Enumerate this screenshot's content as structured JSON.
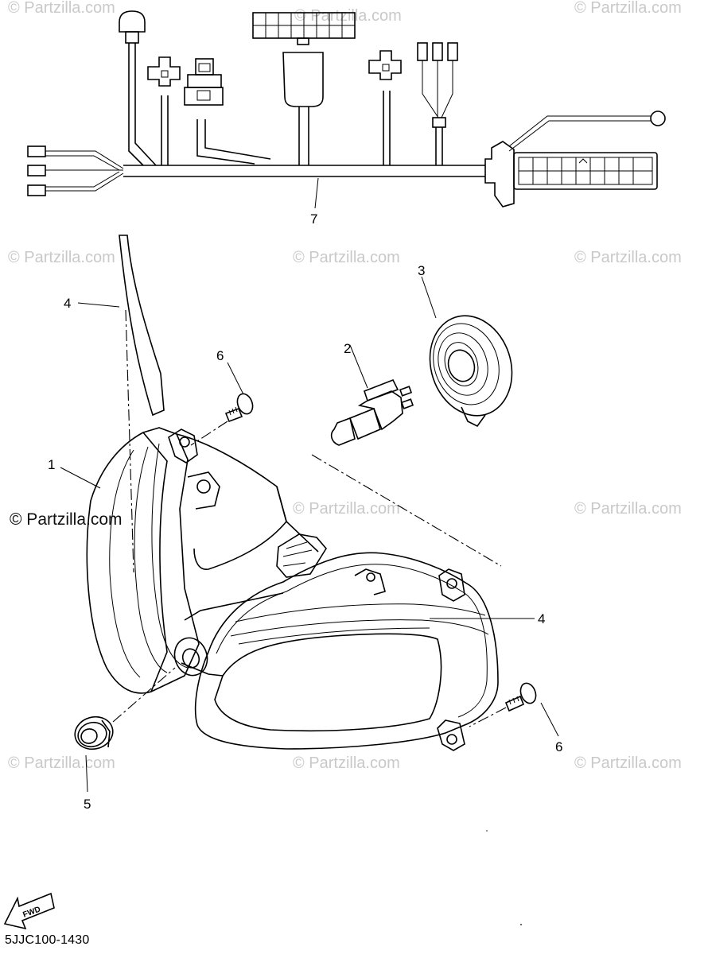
{
  "watermarks": {
    "text": "© Partzilla.com",
    "prominent": "© Partzilla.com"
  },
  "callouts": {
    "p1": "1",
    "p2": "2",
    "p3": "3",
    "p4a": "4",
    "p4b": "4",
    "p5": "5",
    "p6a": "6",
    "p6b": "6",
    "p7": "7"
  },
  "fwd_label": "FWD",
  "diagram_code": "5JJC100-1430",
  "colors": {
    "line": "#000000",
    "watermark": "#c9c9c9",
    "background": "#ffffff"
  }
}
